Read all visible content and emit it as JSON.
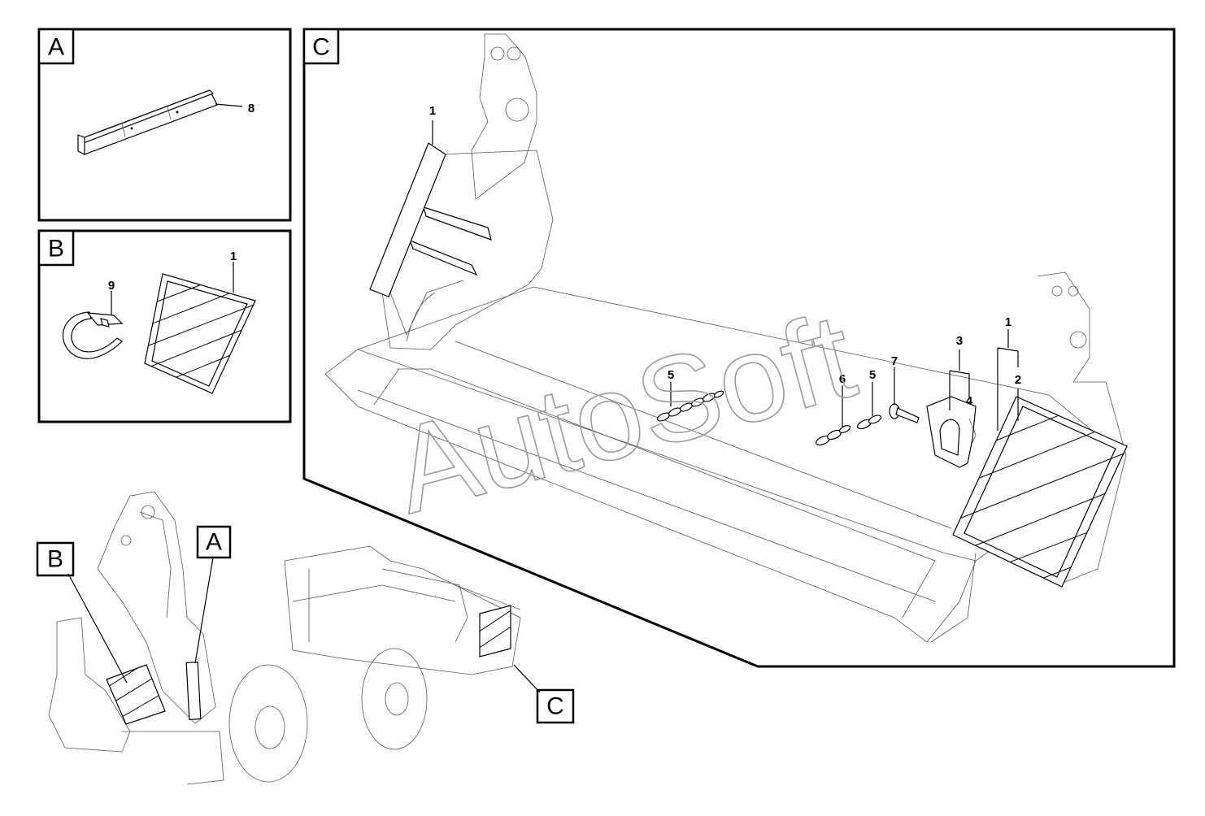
{
  "panels": {
    "a": {
      "tag": "A",
      "callouts": [
        "8"
      ]
    },
    "b": {
      "tag": "B",
      "callouts": [
        "9",
        "1"
      ]
    },
    "c": {
      "tag": "C",
      "callouts": [
        "1",
        "5",
        "6",
        "5",
        "7",
        "3",
        "4",
        "1",
        "2"
      ]
    }
  },
  "machine_tags": [
    "A",
    "B",
    "C"
  ],
  "watermark": "AutoSoft"
}
